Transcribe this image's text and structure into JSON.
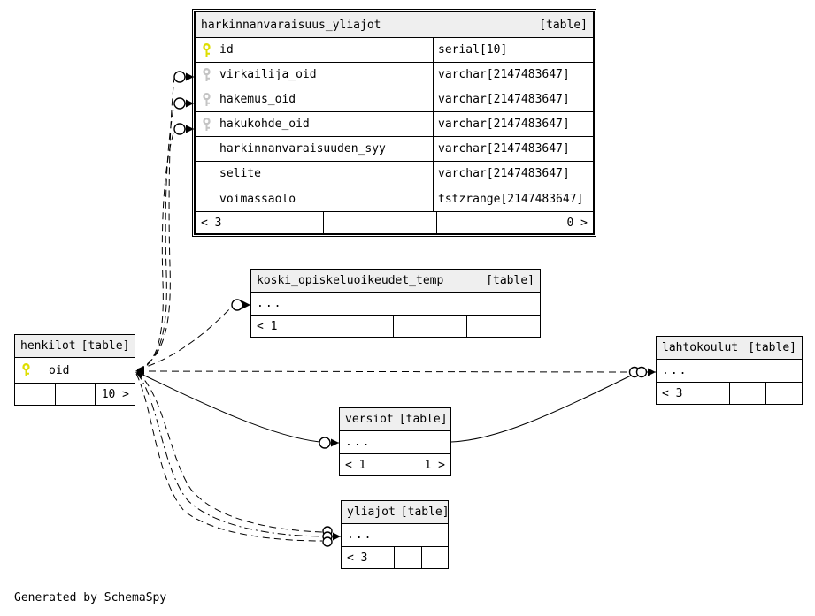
{
  "diagram": {
    "generator_note": "Generated by SchemaSpy"
  },
  "colors": {
    "background": "#ffffff",
    "border": "#000000",
    "header_bg": "#efefef",
    "primary_key_icon": "#dede00",
    "foreign_key_icon": "#c4c4c4"
  },
  "tables": {
    "harkinnanvaraisuus_yliajot": {
      "title": "harkinnanvaraisuus_yliajot",
      "tag": "[table]",
      "columns": [
        {
          "name": "id",
          "type": "serial[10]"
        },
        {
          "name": "virkailija_oid",
          "type": "varchar[2147483647]"
        },
        {
          "name": "hakemus_oid",
          "type": "varchar[2147483647]"
        },
        {
          "name": "hakukohde_oid",
          "type": "varchar[2147483647]"
        },
        {
          "name": "harkinnanvaraisuuden_syy",
          "type": "varchar[2147483647]"
        },
        {
          "name": "selite",
          "type": "varchar[2147483647]"
        },
        {
          "name": "voimassaolo",
          "type": "tstzrange[2147483647]"
        }
      ],
      "footer": {
        "left": "< 3",
        "mid": "",
        "right": "0 >"
      }
    },
    "koski_opiskeluoikeudet_temp": {
      "title": "koski_opiskeluoikeudet_temp",
      "tag": "[table]",
      "collapsed": "...",
      "footer": {
        "left": "< 1",
        "mid": "",
        "right": ""
      }
    },
    "henkilot": {
      "title": "henkilot",
      "tag": "[table]",
      "columns": [
        {
          "name": "oid",
          "type": ""
        }
      ],
      "footer": {
        "left": "",
        "mid": "",
        "right": "10 >"
      }
    },
    "lahtokoulut": {
      "title": "lahtokoulut",
      "tag": "[table]",
      "collapsed": "...",
      "footer": {
        "left": "< 3",
        "mid": "",
        "right": ""
      }
    },
    "versiot": {
      "title": "versiot",
      "tag": "[table]",
      "collapsed": "...",
      "footer": {
        "left": "< 1",
        "mid": "",
        "right": "1 >"
      }
    },
    "yliajot": {
      "title": "yliajot",
      "tag": "[table]",
      "collapsed": "...",
      "footer": {
        "left": "< 3",
        "mid": "",
        "right": ""
      }
    }
  },
  "relationships": [
    {
      "from": "henkilot.oid",
      "to": "harkinnanvaraisuus_yliajot.virkailija_oid",
      "line": "dashed"
    },
    {
      "from": "henkilot.oid",
      "to": "harkinnanvaraisuus_yliajot.hakemus_oid",
      "line": "dashed"
    },
    {
      "from": "henkilot.oid",
      "to": "harkinnanvaraisuus_yliajot.hakukohde_oid",
      "line": "dashed"
    },
    {
      "from": "henkilot.oid",
      "to": "koski_opiskeluoikeudet_temp",
      "line": "dashed"
    },
    {
      "from": "henkilot.oid",
      "to": "lahtokoulut",
      "line": "dashed"
    },
    {
      "from": "henkilot.oid",
      "to": "versiot",
      "line": "solid"
    },
    {
      "from": "versiot",
      "to": "lahtokoulut",
      "line": "solid"
    },
    {
      "from": "henkilot.oid",
      "to": "yliajot",
      "line": "dashed",
      "count": 3
    }
  ]
}
